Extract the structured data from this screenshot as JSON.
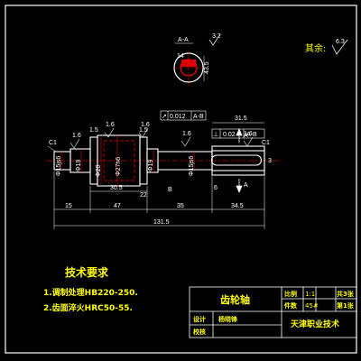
{
  "section_label": "A-A",
  "section_roughness": "3.2",
  "keyway_depth": "43.5",
  "keyway_width": "14",
  "rest_label": "其余:",
  "rest_roughness": "6.3",
  "tolerance_frame": [
    "↗",
    "0.012",
    "A-B"
  ],
  "tolerance_frame2": [
    "⊥",
    "0.02",
    "A-B"
  ],
  "roughness_marks": [
    "1.6",
    "1.6",
    "1.6",
    "1.6",
    "1.6"
  ],
  "chamfers": [
    "C1",
    "C1"
  ],
  "diameters": [
    "Φ15js6",
    "Φ19",
    "Φ20",
    "Φ27h6",
    "Φ19",
    "Φ15js6"
  ],
  "gear_dims": [
    "1.5",
    "1.5",
    "22",
    "30.5"
  ],
  "right_dims": [
    "31.5",
    "6",
    "3"
  ],
  "datum_labels": [
    "A",
    "B",
    "A"
  ],
  "bottom_dims": [
    "15",
    "47",
    "35",
    "34.5",
    "131.5"
  ],
  "tech_req": {
    "title": "技术要求",
    "items": [
      "1.调制处理HB220-250.",
      "2.齿面淬火HRC50-55."
    ]
  },
  "title_block": {
    "part_name": "齿轮轴",
    "scale_label": "比例",
    "scale_value": "1:1",
    "sheets": "共3张",
    "count_label": "件数",
    "material": "45#",
    "sheet_no": "第1张",
    "design_label": "设计",
    "designer": "杨晓锋",
    "check_label": "校核",
    "school": "天津职业技术"
  }
}
